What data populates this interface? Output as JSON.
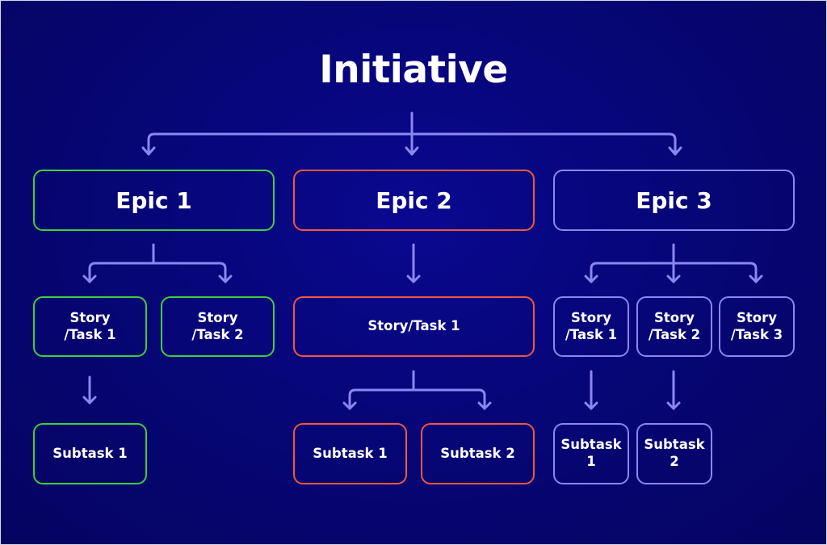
{
  "title": "Initiative",
  "colors": {
    "background": "#07067a",
    "connector": "#8c86f2",
    "epic1": "#3fcf3a",
    "epic2": "#f0583a",
    "epic3": "#8c86f2",
    "text": "#ffffff"
  },
  "epics": [
    {
      "label": "Epic 1",
      "stories": [
        {
          "label": "Story\n/Task 1",
          "subtasks": [
            "Subtask 1"
          ]
        },
        {
          "label": "Story\n/Task 2",
          "subtasks": []
        }
      ]
    },
    {
      "label": "Epic 2",
      "stories": [
        {
          "label": "Story/Task 1",
          "subtasks": [
            "Subtask 1",
            "Subtask 2"
          ]
        }
      ]
    },
    {
      "label": "Epic 3",
      "stories": [
        {
          "label": "Story\n/Task 1",
          "subtasks": [
            "Subtask\n1"
          ]
        },
        {
          "label": "Story\n/Task 2",
          "subtasks": [
            "Subtask\n2"
          ]
        },
        {
          "label": "Story\n/Task 3",
          "subtasks": []
        }
      ]
    }
  ]
}
